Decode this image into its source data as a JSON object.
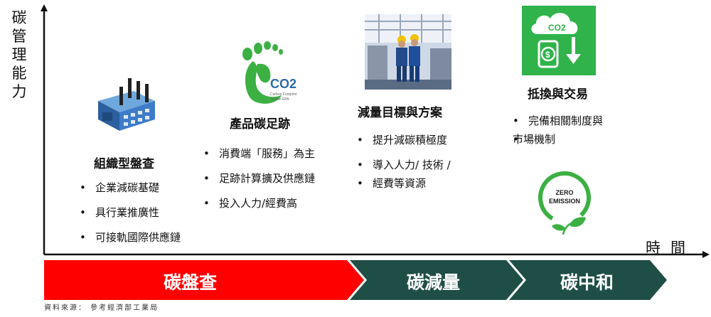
{
  "axis": {
    "y_label_chars": [
      "碳",
      "管",
      "理",
      "能",
      "力"
    ],
    "x_label": "時間"
  },
  "stages": [
    {
      "title": "組織型盤查",
      "icon": "factory-icon",
      "bullets": [
        "企業減碳基礎",
        "具行業推廣性",
        "可接軌國際供應鏈"
      ]
    },
    {
      "title": "產品碳足跡",
      "icon": "carbon-footprint-icon",
      "icon_text": "CO2",
      "icon_small_text": [
        "Carbon Footprint",
        "Taiwan EPA"
      ],
      "bullets": [
        "消費端「服務」為主",
        "足跡計算擴及供應鏈",
        "投入人力/經費高"
      ]
    },
    {
      "title": "減量目標與方案",
      "icon": "engineers-photo",
      "bullets": [
        "提升減碳積極度"
      ],
      "bullet2_lines": [
        "導入人力/ 技術 /",
        "經費等資源"
      ]
    },
    {
      "title": "抵換與交易",
      "icon": "co2-money-icon",
      "icon_text": "CO2",
      "bullet_lines": [
        "完備相關制度與",
        "市場機制"
      ],
      "badge_text": [
        "ZERO",
        "EMISSION"
      ]
    }
  ],
  "arrows": [
    {
      "label": "碳盤查",
      "color": "#ff0000"
    },
    {
      "label": "碳減量",
      "color": "#1f4e46"
    },
    {
      "label": "碳中和",
      "color": "#1f4e46"
    }
  ],
  "source": "資料來源： 參考經濟部工業局",
  "colors": {
    "green": "#3cb043",
    "dark_green": "#1f4e46",
    "red": "#ff0000"
  }
}
